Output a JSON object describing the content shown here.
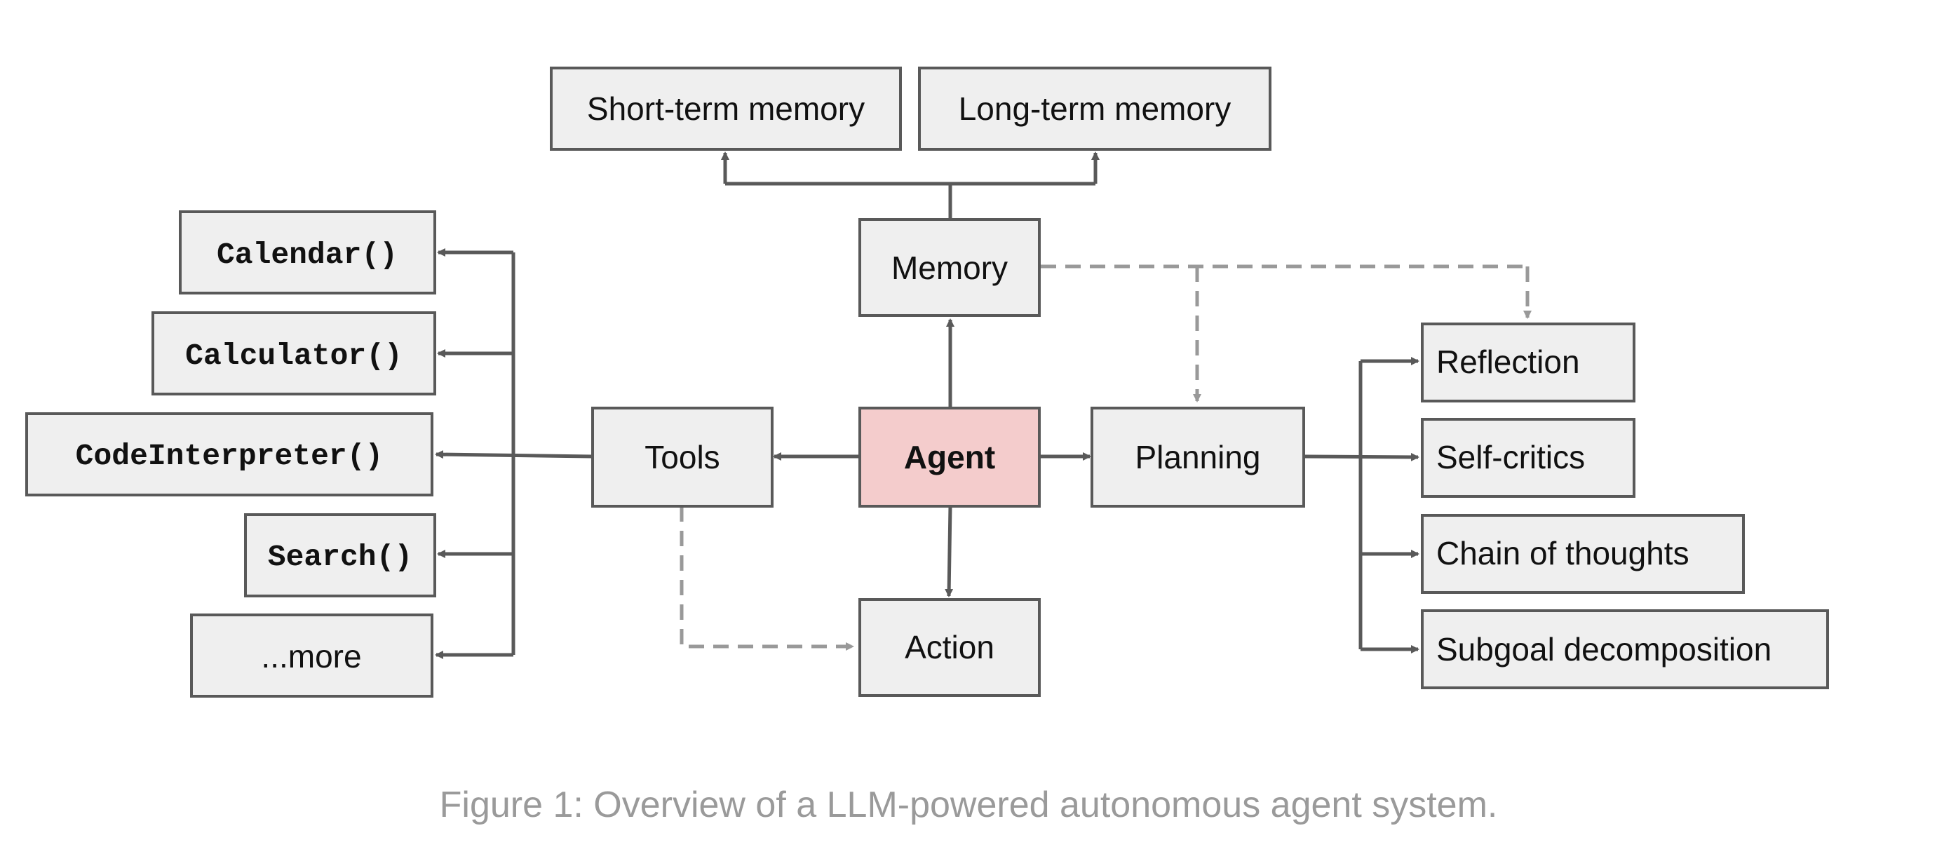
{
  "nodes": {
    "short_term_memory": "Short-term memory",
    "long_term_memory": "Long-term memory",
    "memory": "Memory",
    "agent": "Agent",
    "tools": "Tools",
    "planning": "Planning",
    "action": "Action",
    "calendar": "Calendar()",
    "calculator": "Calculator()",
    "code_interpreter": "CodeInterpreter()",
    "search": "Search()",
    "more": "...more",
    "reflection": "Reflection",
    "self_critics": "Self-critics",
    "chain_of_thoughts": "Chain of thoughts",
    "subgoal_decomposition": "Subgoal decomposition"
  },
  "caption": "Figure 1: Overview of a LLM-powered autonomous agent system.",
  "colors": {
    "box_fill": "#efefef",
    "box_stroke": "#595959",
    "agent_fill": "#f4cccc",
    "solid_arrow": "#595959",
    "dashed_arrow": "#999999",
    "caption": "#9a9a9a"
  }
}
